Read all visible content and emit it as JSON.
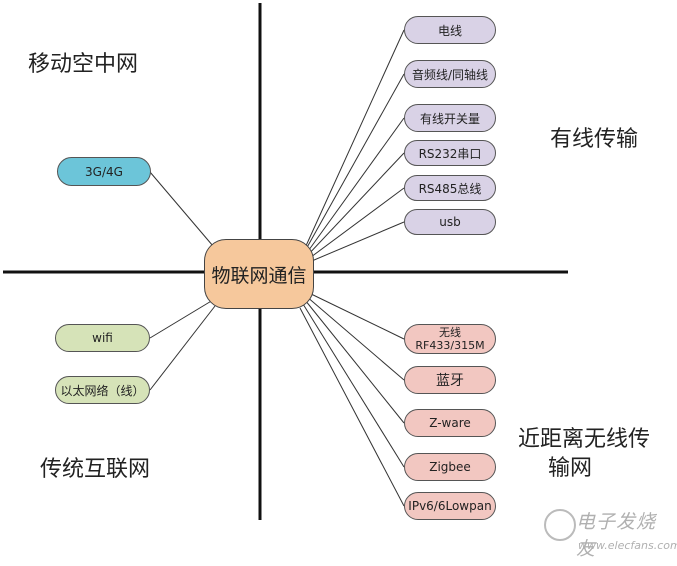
{
  "center": "物联网通信",
  "quadrants": {
    "top_left": "移动空中网",
    "top_right": "有线传输",
    "bottom_left": "传统互联网",
    "bottom_right_line1": "近距离无线传",
    "bottom_right_line2": "输网"
  },
  "wired": [
    "电线",
    "音频线/同轴线",
    "有线开关量",
    "RS232串口",
    "RS485总线",
    "usb"
  ],
  "mobile": [
    "3G/4G"
  ],
  "internet": [
    "wifi",
    "以太网络（线）"
  ],
  "short_range": {
    "rf_line1": "无线",
    "rf_line2": "RF433/315M",
    "items": [
      "蓝牙",
      "Z-ware",
      "Zigbee",
      "IPv6/6Lowpan"
    ]
  },
  "watermark": {
    "title": "电子发烧友",
    "url": "www.elecfans.com"
  },
  "colors": {
    "wired": "#d9d2e6",
    "short_range": "#f2c7c1",
    "internet": "#d6e3b8",
    "mobile": "#6cc5d9",
    "center": "#f6c89c"
  }
}
